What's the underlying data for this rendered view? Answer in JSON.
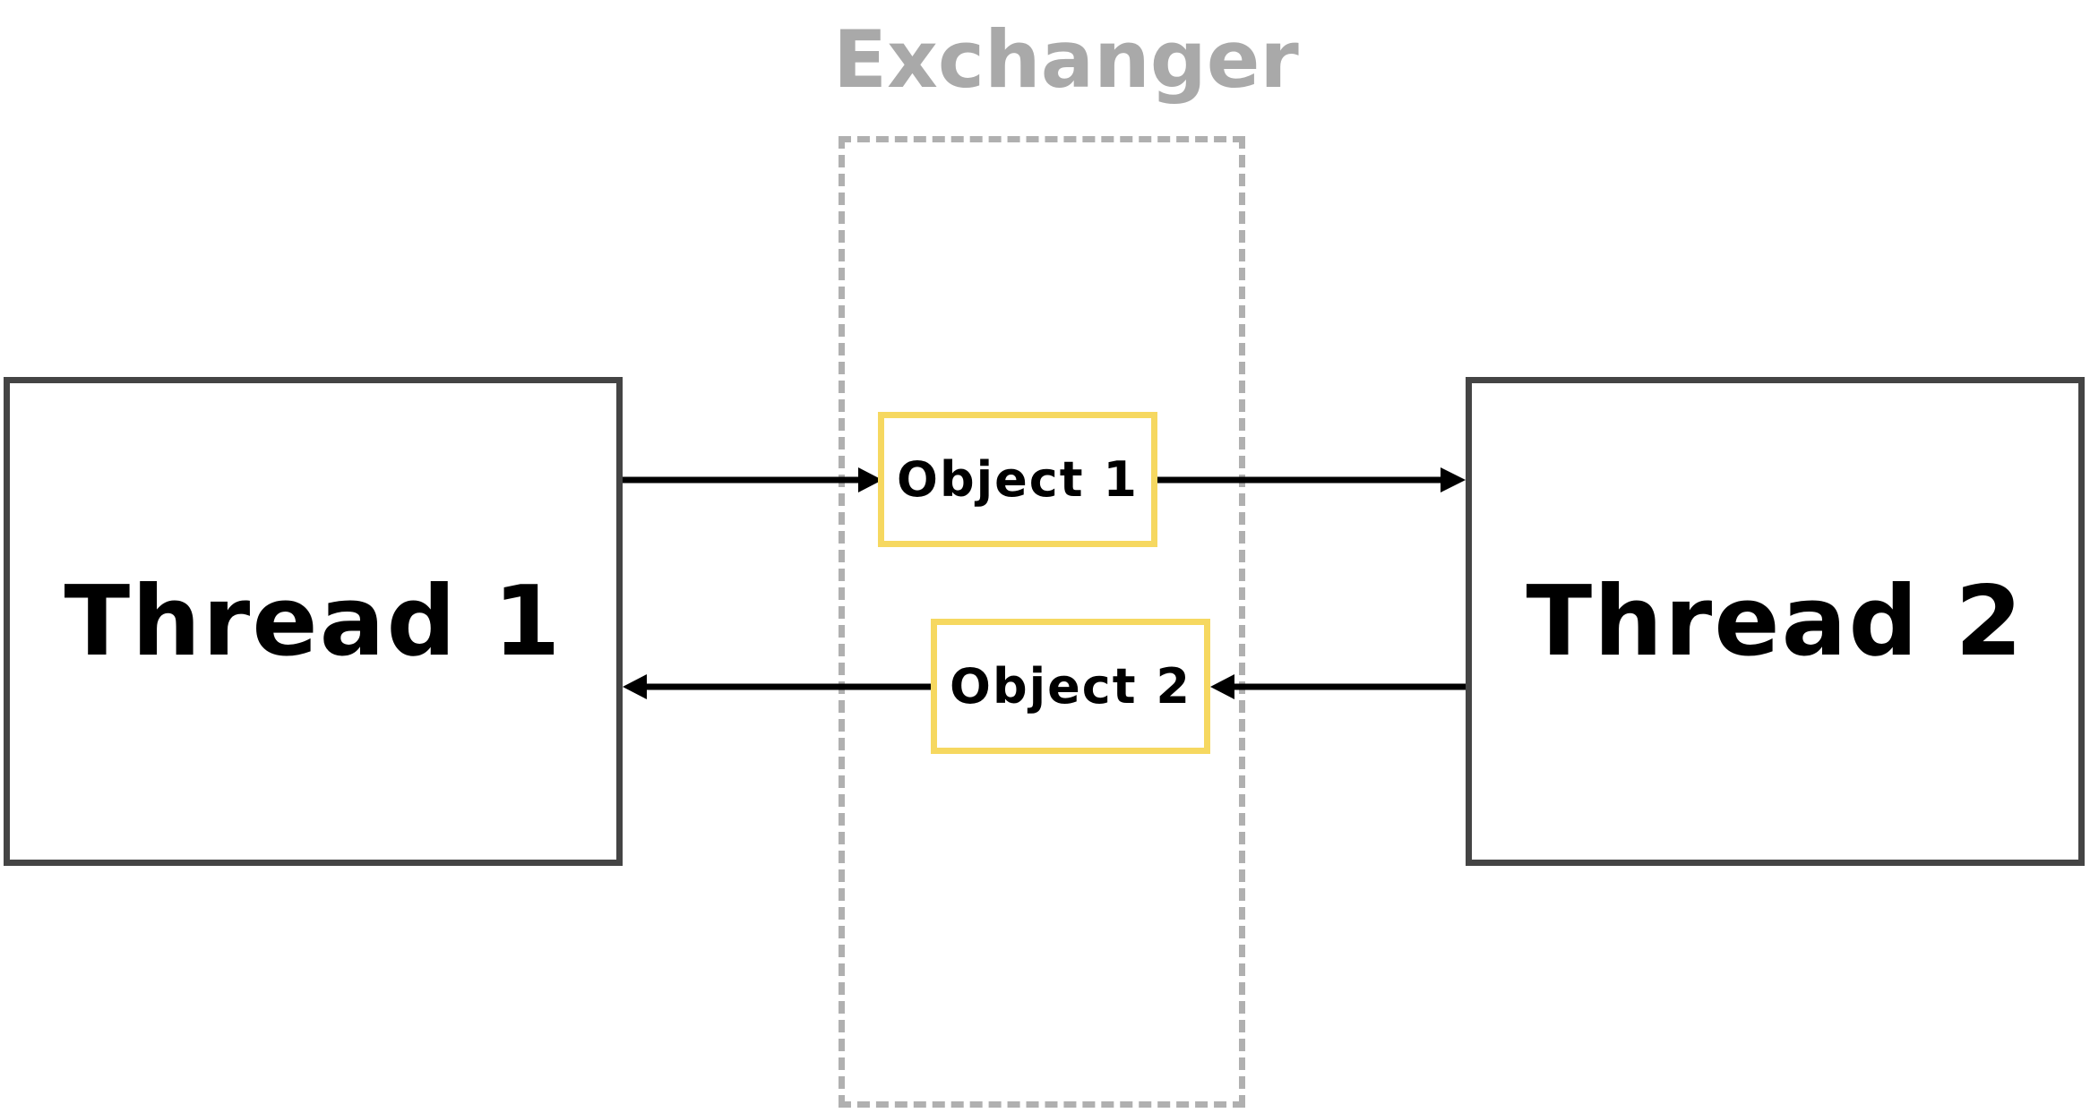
{
  "diagram": {
    "title": "Exchanger",
    "threads": [
      {
        "label": "Thread 1"
      },
      {
        "label": "Thread 2"
      }
    ],
    "objects": [
      {
        "label": "Object 1"
      },
      {
        "label": "Object 2"
      }
    ],
    "colors": {
      "title": "#a9a9a9",
      "exchanger_border": "#b0b0b0",
      "thread_border": "#444444",
      "object_border": "#f6d860",
      "arrow": "#000000"
    }
  }
}
